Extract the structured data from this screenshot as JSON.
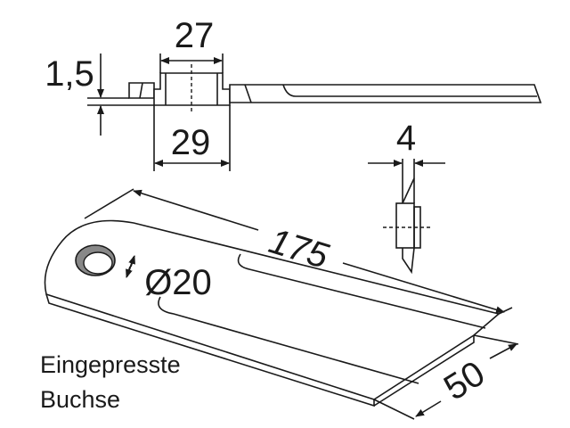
{
  "dimensions": {
    "bush_inner_width": "27",
    "bush_outer_width": "29",
    "plate_thickness": "1,5",
    "blade_thickness": "4",
    "length": "175",
    "hole_diameter": "Ø20",
    "width": "50"
  },
  "note": {
    "line1": "Eingepresste",
    "line2": "Buchse"
  }
}
